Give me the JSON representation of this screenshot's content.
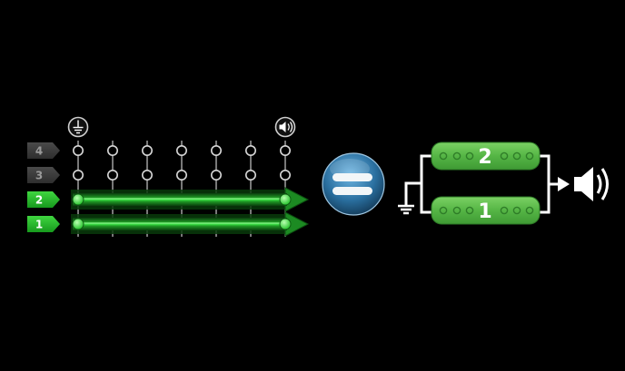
{
  "colors": {
    "background": "#000000",
    "active_green": "#22c02a",
    "active_green_dark": "#0b5f10",
    "inactive_gray": "#3e3e3e",
    "pickup_green": "#5cbf4a",
    "node_outline": "#d8d8d8",
    "button_blue": "#2f7fb4"
  },
  "matrix": {
    "ground_icon": "ground-icon",
    "speaker_icon": "speaker-icon",
    "column_count": 7,
    "rows": [
      {
        "label": "4",
        "active": false
      },
      {
        "label": "3",
        "active": false
      },
      {
        "label": "2",
        "active": true
      },
      {
        "label": "1",
        "active": true
      }
    ]
  },
  "equals_button": {
    "icon": "equals-icon"
  },
  "schematic": {
    "pickups": [
      {
        "label": "2"
      },
      {
        "label": "1"
      }
    ],
    "wiring": "parallel",
    "ground_icon": "ground-icon",
    "output_icon": "speaker-icon"
  }
}
